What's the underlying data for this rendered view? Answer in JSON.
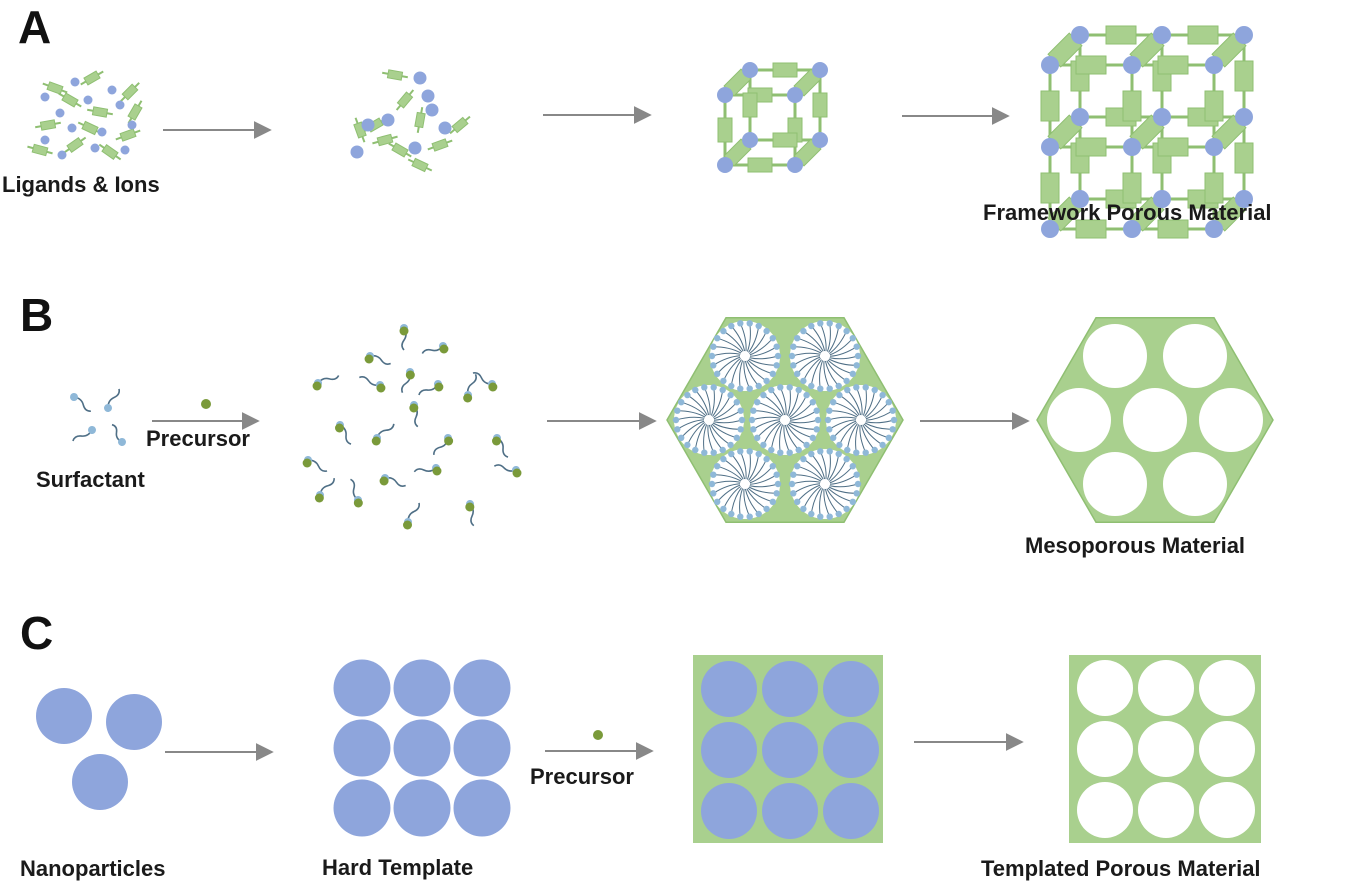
{
  "panels": {
    "a": {
      "letter": "A",
      "labels": {
        "start": "Ligands & Ions",
        "product": "Framework Porous Material"
      }
    },
    "b": {
      "letter": "B",
      "labels": {
        "start": "Surfactant",
        "arrow": "Precursor",
        "product": "Mesoporous Material"
      }
    },
    "c": {
      "letter": "C",
      "labels": {
        "start": "Nanoparticles",
        "template": "Hard Template",
        "arrow": "Precursor",
        "product": "Templated Porous Material"
      }
    }
  },
  "colors": {
    "framework_green": "#a9d08e",
    "framework_stroke": "#8fbf72",
    "ion_blue": "#8ea5dc",
    "particle_blue": "#8ea5dc",
    "surfactant_head": "#8fb8d8",
    "surfactant_tail": "#4f6f86",
    "precursor_green": "#7a9a3a",
    "arrow_gray": "#888888",
    "pore_white": "#ffffff"
  }
}
